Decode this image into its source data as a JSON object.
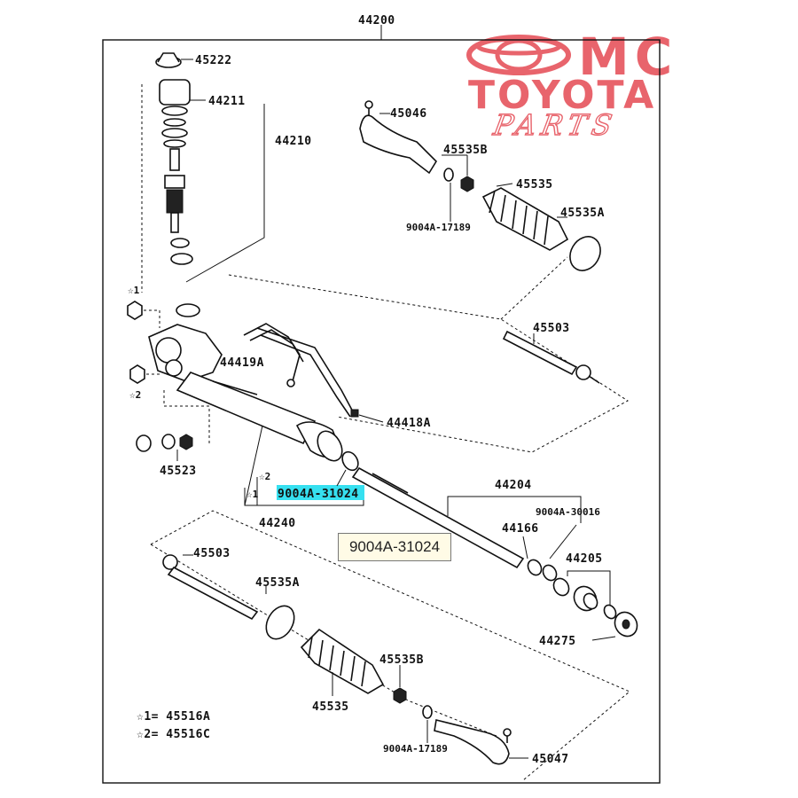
{
  "logo": {
    "line1": "MC",
    "line2": "TOYOTA",
    "line3": "PARTS",
    "color": "#e8646c"
  },
  "highlight_color": "#36e0f0",
  "tooltip_text": "9004A-31024",
  "labels": {
    "p44200": "44200",
    "p45222": "45222",
    "p44211": "44211",
    "p44210": "44210",
    "p45046": "45046",
    "p45535B_top": "45535B",
    "p45535_top": "45535",
    "p45535A_top": "45535A",
    "p9004A17189_top": "9004A-17189",
    "p45503_right": "45503",
    "p44419A": "44419A",
    "p44418A": "44418A",
    "p45523": "45523",
    "star2_a": "☆2",
    "star1_a": "☆1",
    "p9004A31024": "9004A-31024",
    "p44240": "44240",
    "p44204": "44204",
    "p9004A30016": "9004A-30016",
    "p44166": "44166",
    "p44205": "44205",
    "p44275": "44275",
    "p45503_left": "45503",
    "p45535A_bot": "45535A",
    "p45535B_bot": "45535B",
    "p45535_bot": "45535",
    "p9004A17189_bot": "9004A-17189",
    "p45047": "45047",
    "star1_left": "☆1",
    "star2_left": "☆2",
    "legend1": "☆1= 45516A",
    "legend2": "☆2= 45516C"
  }
}
